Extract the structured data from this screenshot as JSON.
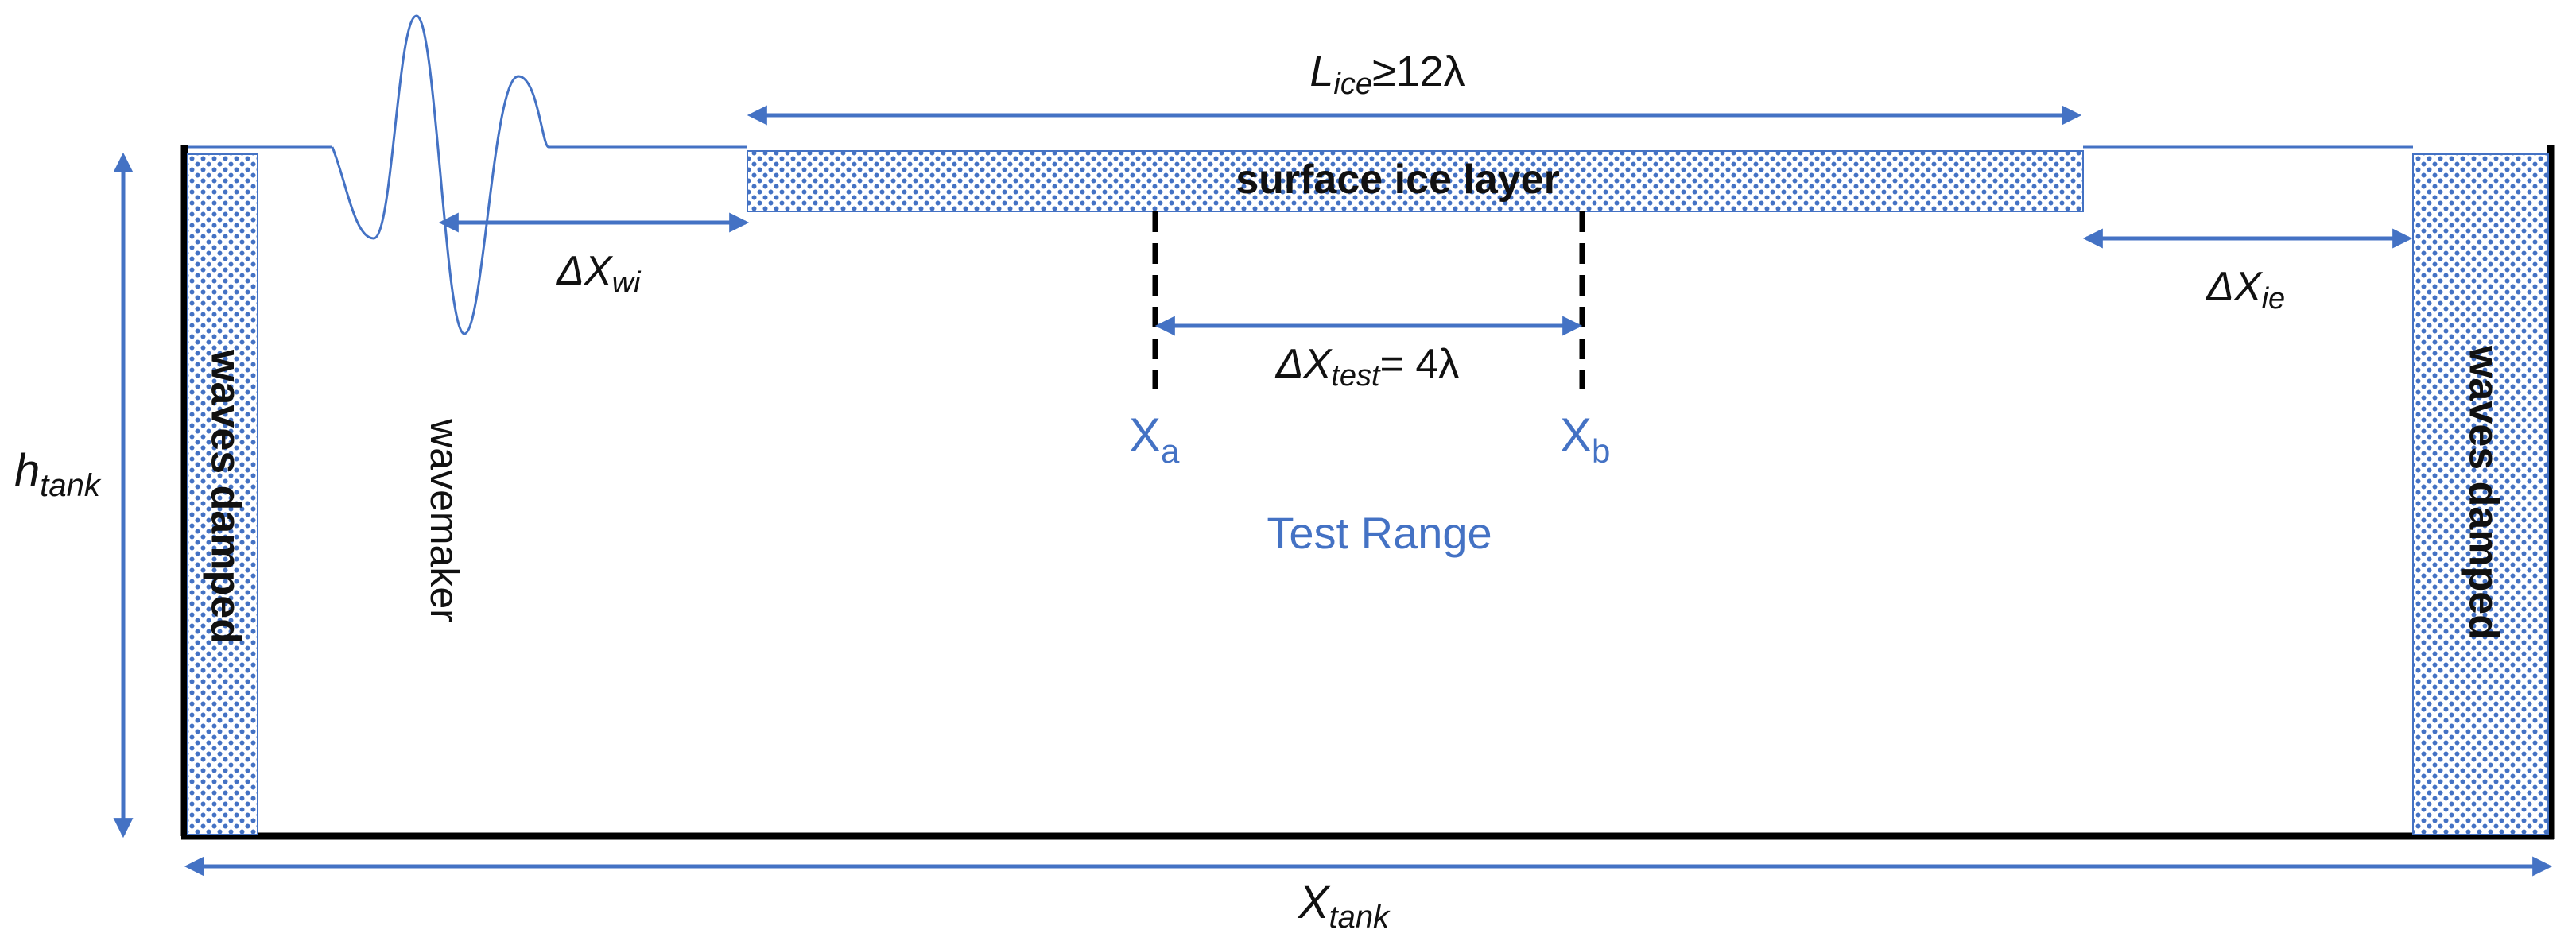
{
  "colors": {
    "accent": "#4472C4",
    "ice": "#4472C4",
    "wall": "#000000",
    "damper": "#4472C4"
  },
  "labels": {
    "l_ice": {
      "main": "L",
      "sub": "ice",
      "tail": "≥12λ"
    },
    "dx_wi": {
      "main": "ΔX",
      "sub": "wi"
    },
    "dx_ie": {
      "main": "ΔX",
      "sub": "ie"
    },
    "dx_test": {
      "main": "ΔX",
      "sub": "test",
      "tail": "= 4λ"
    },
    "x_a": {
      "main": "X",
      "sub": "a"
    },
    "x_b": {
      "main": "X",
      "sub": "b"
    },
    "test_range": "Test Range",
    "h_tank": {
      "main": "h",
      "sub": "tank"
    },
    "x_tank": {
      "main": "X",
      "sub": "tank"
    },
    "surface_ice_layer": "surface ice layer",
    "wavemaker": "wavemaker",
    "damper_left": "waves damped",
    "damper_right": "waves damped"
  }
}
